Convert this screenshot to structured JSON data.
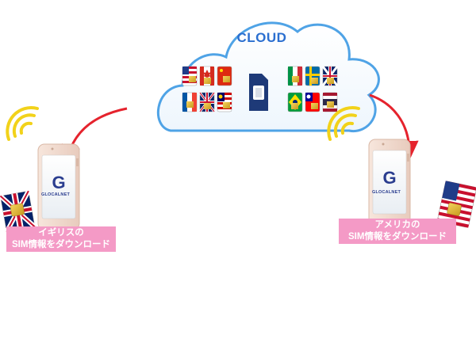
{
  "cloud": {
    "title": "CLOUD",
    "color": "#2b6fd0",
    "border_color": "#4fa3e6"
  },
  "captions": {
    "left": {
      "line1": "イギリスの",
      "line2": "SIM情報をダウンロード"
    },
    "right": {
      "line1": "アメリカの",
      "line2": "SIM情報をダウンロード"
    }
  },
  "phones": {
    "brand": "GLOCALNET",
    "left_flag": "uk",
    "right_flag": "usa"
  },
  "sim_flags": {
    "left_group": [
      "usa",
      "canada",
      "china",
      "france",
      "uk",
      "malaysia"
    ],
    "right_group": [
      "italy",
      "sweden",
      "uk",
      "brazil",
      "taiwan",
      "thailand"
    ]
  },
  "colors": {
    "arrow": "#e5232d",
    "wifi": "#f2d21a",
    "caption_bg": "#f49ac6",
    "phone_body": "#f3ded3"
  }
}
